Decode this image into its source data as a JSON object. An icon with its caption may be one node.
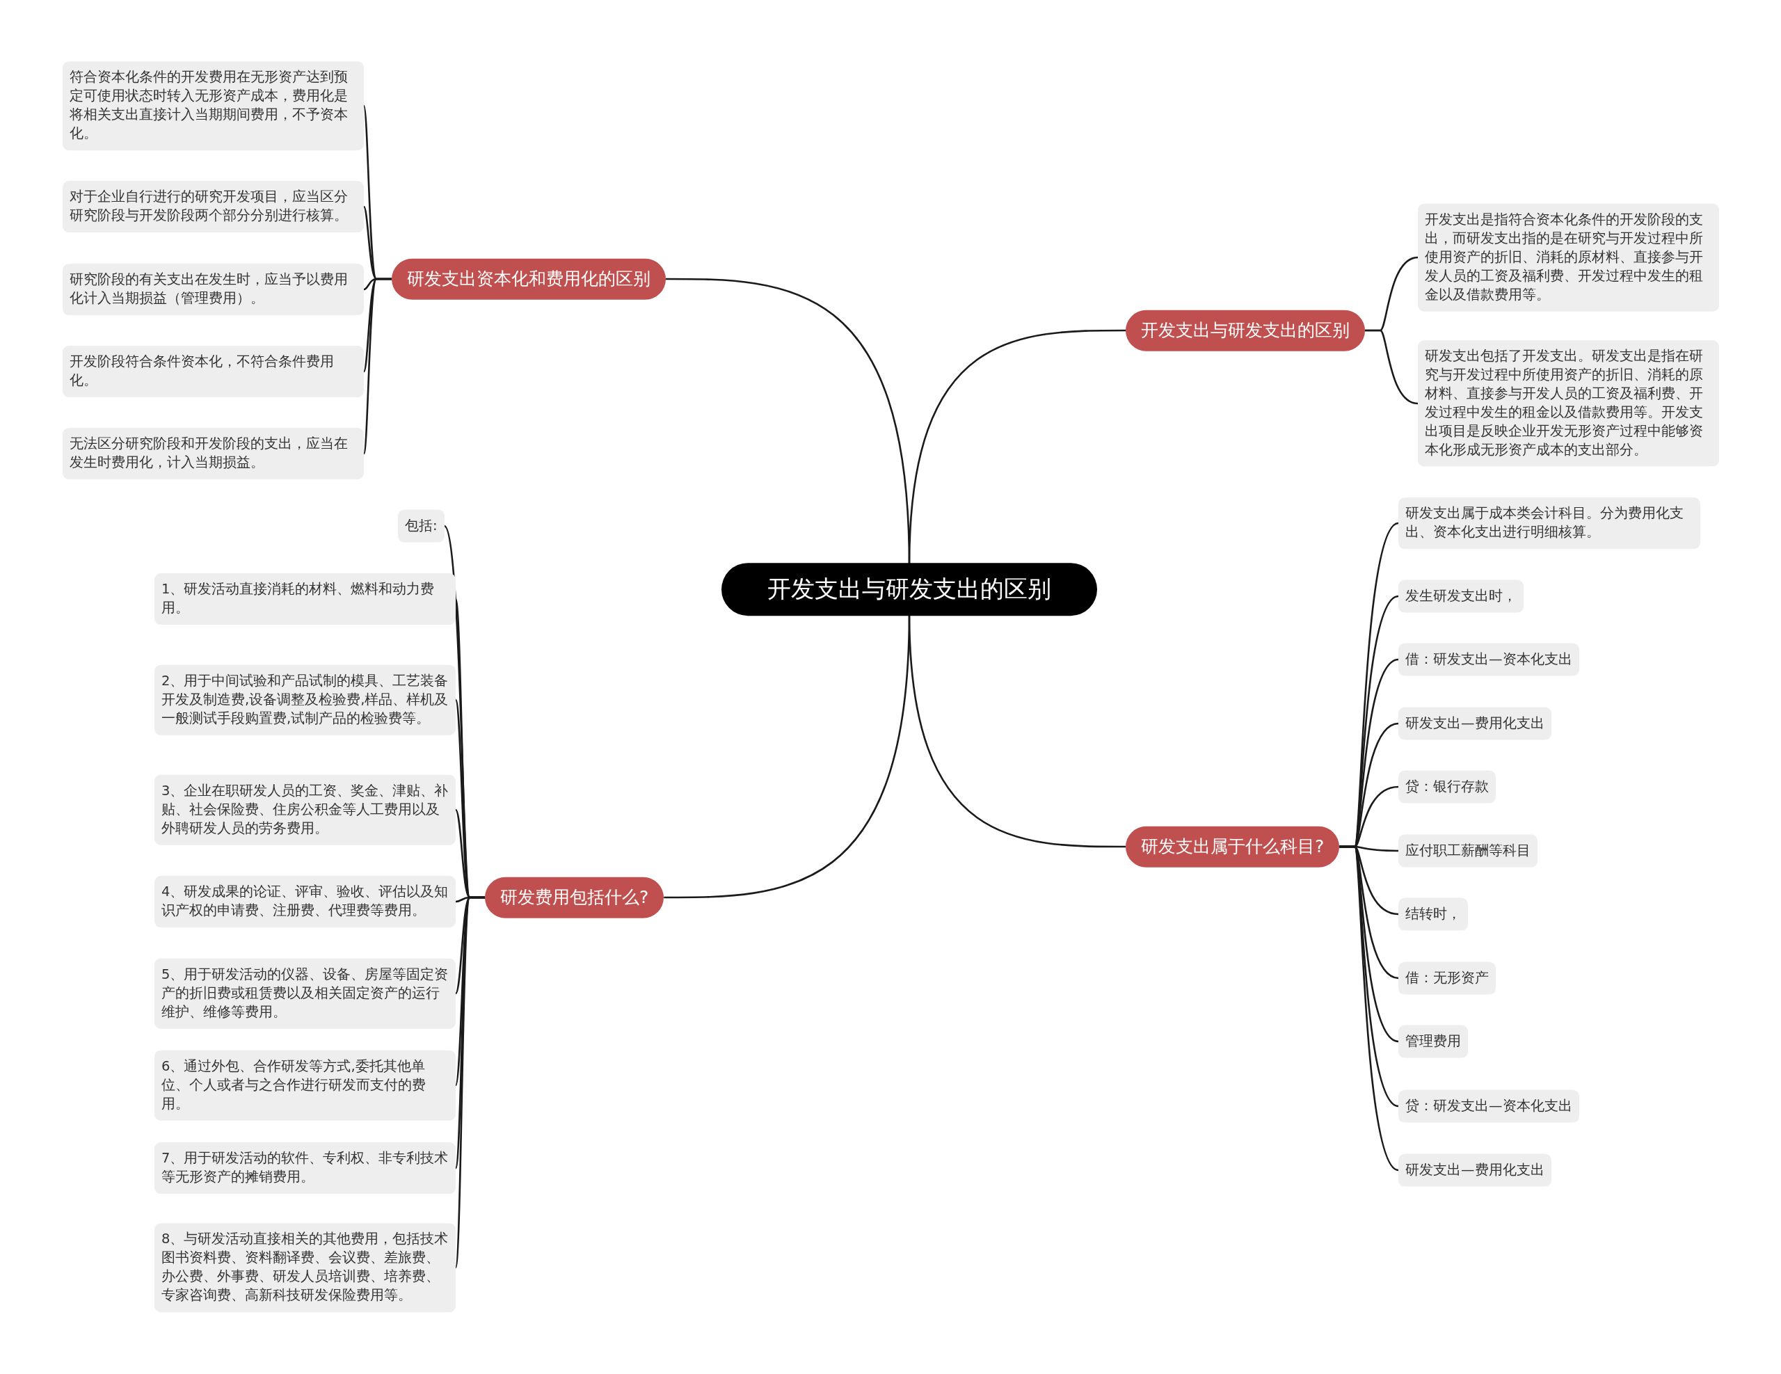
{
  "diagram": {
    "nodes": [
      {
        "text": [
          "开发支出与研发支出的区别"
        ]
      },
      {
        "text": [
          "研发支出资本化和费用化的区别"
        ]
      },
      {
        "text": [
          "符合资本化条件的开发费用在无形资产达到预定可使用状态时转入无形资产成本，费用化是将相关支出直接计入当期期间费用，不予资本化。"
        ]
      },
      {
        "text": [
          "对于企业自行进行的研究开发项目，应当区分研究阶段与开发阶段两个部分分别进行核算。"
        ]
      },
      {
        "text": [
          "研究阶段的有关支出在发生时，应当予以费用化计入当期损益（管理费用）。"
        ]
      },
      {
        "text": [
          "开发阶段符合条件资本化，不符合条件费用化。"
        ]
      },
      {
        "text": [
          "无法区分研究阶段和开发阶段的支出，应当在发生时费用化，计入当期损益。"
        ]
      },
      {
        "text": [
          "开发支出与研发支出的区别"
        ]
      },
      {
        "text": [
          "开发支出是指符合资本化条件的开发阶段的支出，而研发支出指的是在研究与开发过程中所使用资产的折旧、消耗的原材料、直接参与开发人员的工资及福利费、开发过程中发生的租金以及借款费用等。"
        ]
      },
      {
        "text": [
          "研发支出包括了开发支出。研发支出是指在研究与开发过程中所使用资产的折旧、消耗的原材料、直接参与开发人员的工资及福利费、开发过程中发生的租金以及借款费用等。开发支出项目是反映企业开发无形资产过程中能够资本化形成无形资产成本的支出部分。"
        ]
      },
      {
        "text": [
          "研发费用包括什么?"
        ]
      },
      {
        "text": [
          "包括:"
        ]
      },
      {
        "text": [
          "1、研发活动直接消耗的材料、燃料和动力费用。"
        ]
      },
      {
        "text": [
          "2、用于中间试验和产品试制的模具、工艺装备开发及制造费,设备调整及检验费,样品、样机及一般测试手段购置费,试制产品的检验费等。"
        ]
      },
      {
        "text": [
          "3、企业在职研发人员的工资、奖金、津贴、补贴、社会保险费、住房公积金等人工费用以及外聘研发人员的劳务费用。"
        ]
      },
      {
        "text": [
          "4、研发成果的论证、评审、验收、评估以及知识产权的申请费、注册费、代理费等费用。"
        ]
      },
      {
        "text": [
          "5、用于研发活动的仪器、设备、房屋等固定资产的折旧费或租赁费以及相关固定资产的运行维护、维修等费用。"
        ]
      },
      {
        "text": [
          "6、通过外包、合作研发等方式,委托其他单位、个人或者与之合作进行研发而支付的费用。"
        ]
      },
      {
        "text": [
          "7、用于研发活动的软件、专利权、非专利技术等无形资产的摊销费用。"
        ]
      },
      {
        "text": [
          "8、与研发活动直接相关的其他费用，包括技术图书资料费、资料翻译费、会议费、差旅费、办公费、外事费、研发人员培训费、培养费、专家咨询费、高新科技研发保险费用等。"
        ]
      },
      {
        "text": [
          "研发支出属于什么科目?"
        ]
      },
      {
        "text": [
          "研发支出属于成本类会计科目。分为费用化支出、资本化支出进行明细核算。"
        ]
      },
      {
        "text": [
          "发生研发支出时，"
        ]
      },
      {
        "text": [
          "借：研发支出—资本化支出"
        ]
      },
      {
        "text": [
          "研发支出—费用化支出"
        ]
      },
      {
        "text": [
          "贷：银行存款"
        ]
      },
      {
        "text": [
          "应付职工薪酬等科目"
        ]
      },
      {
        "text": [
          "结转时，"
        ]
      },
      {
        "text": [
          "借：无形资产"
        ]
      },
      {
        "text": [
          "管理费用"
        ]
      },
      {
        "text": [
          "贷：研发支出—资本化支出"
        ]
      },
      {
        "text": [
          "研发支出—费用化支出"
        ]
      }
    ],
    "edges": [
      {
        "from": 0,
        "to": 1,
        "arrow": "none"
      },
      {
        "from": 1,
        "to": 2,
        "arrow": "none"
      },
      {
        "from": 1,
        "to": 3,
        "arrow": "none"
      },
      {
        "from": 1,
        "to": 4,
        "arrow": "none"
      },
      {
        "from": 1,
        "to": 5,
        "arrow": "none"
      },
      {
        "from": 1,
        "to": 6,
        "arrow": "none"
      },
      {
        "from": 0,
        "to": 7,
        "arrow": "none"
      },
      {
        "from": 7,
        "to": 8,
        "arrow": "none"
      },
      {
        "from": 7,
        "to": 9,
        "arrow": "none"
      },
      {
        "from": 0,
        "to": 10,
        "arrow": "none"
      },
      {
        "from": 10,
        "to": 11,
        "arrow": "none"
      },
      {
        "from": 10,
        "to": 12,
        "arrow": "none"
      },
      {
        "from": 10,
        "to": 13,
        "arrow": "none"
      },
      {
        "from": 10,
        "to": 14,
        "arrow": "none"
      },
      {
        "from": 10,
        "to": 15,
        "arrow": "none"
      },
      {
        "from": 10,
        "to": 16,
        "arrow": "none"
      },
      {
        "from": 10,
        "to": 17,
        "arrow": "none"
      },
      {
        "from": 10,
        "to": 18,
        "arrow": "none"
      },
      {
        "from": 10,
        "to": 19,
        "arrow": "none"
      },
      {
        "from": 0,
        "to": 20,
        "arrow": "none"
      },
      {
        "from": 20,
        "to": 21,
        "arrow": "none"
      },
      {
        "from": 20,
        "to": 22,
        "arrow": "none"
      },
      {
        "from": 20,
        "to": 23,
        "arrow": "none"
      },
      {
        "from": 20,
        "to": 24,
        "arrow": "none"
      },
      {
        "from": 20,
        "to": 25,
        "arrow": "none"
      },
      {
        "from": 20,
        "to": 26,
        "arrow": "none"
      },
      {
        "from": 20,
        "to": 27,
        "arrow": "none"
      },
      {
        "from": 20,
        "to": 28,
        "arrow": "none"
      },
      {
        "from": 20,
        "to": 29,
        "arrow": "none"
      },
      {
        "from": 20,
        "to": 30,
        "arrow": "none"
      },
      {
        "from": 20,
        "to": 31,
        "arrow": "none"
      }
    ]
  }
}
